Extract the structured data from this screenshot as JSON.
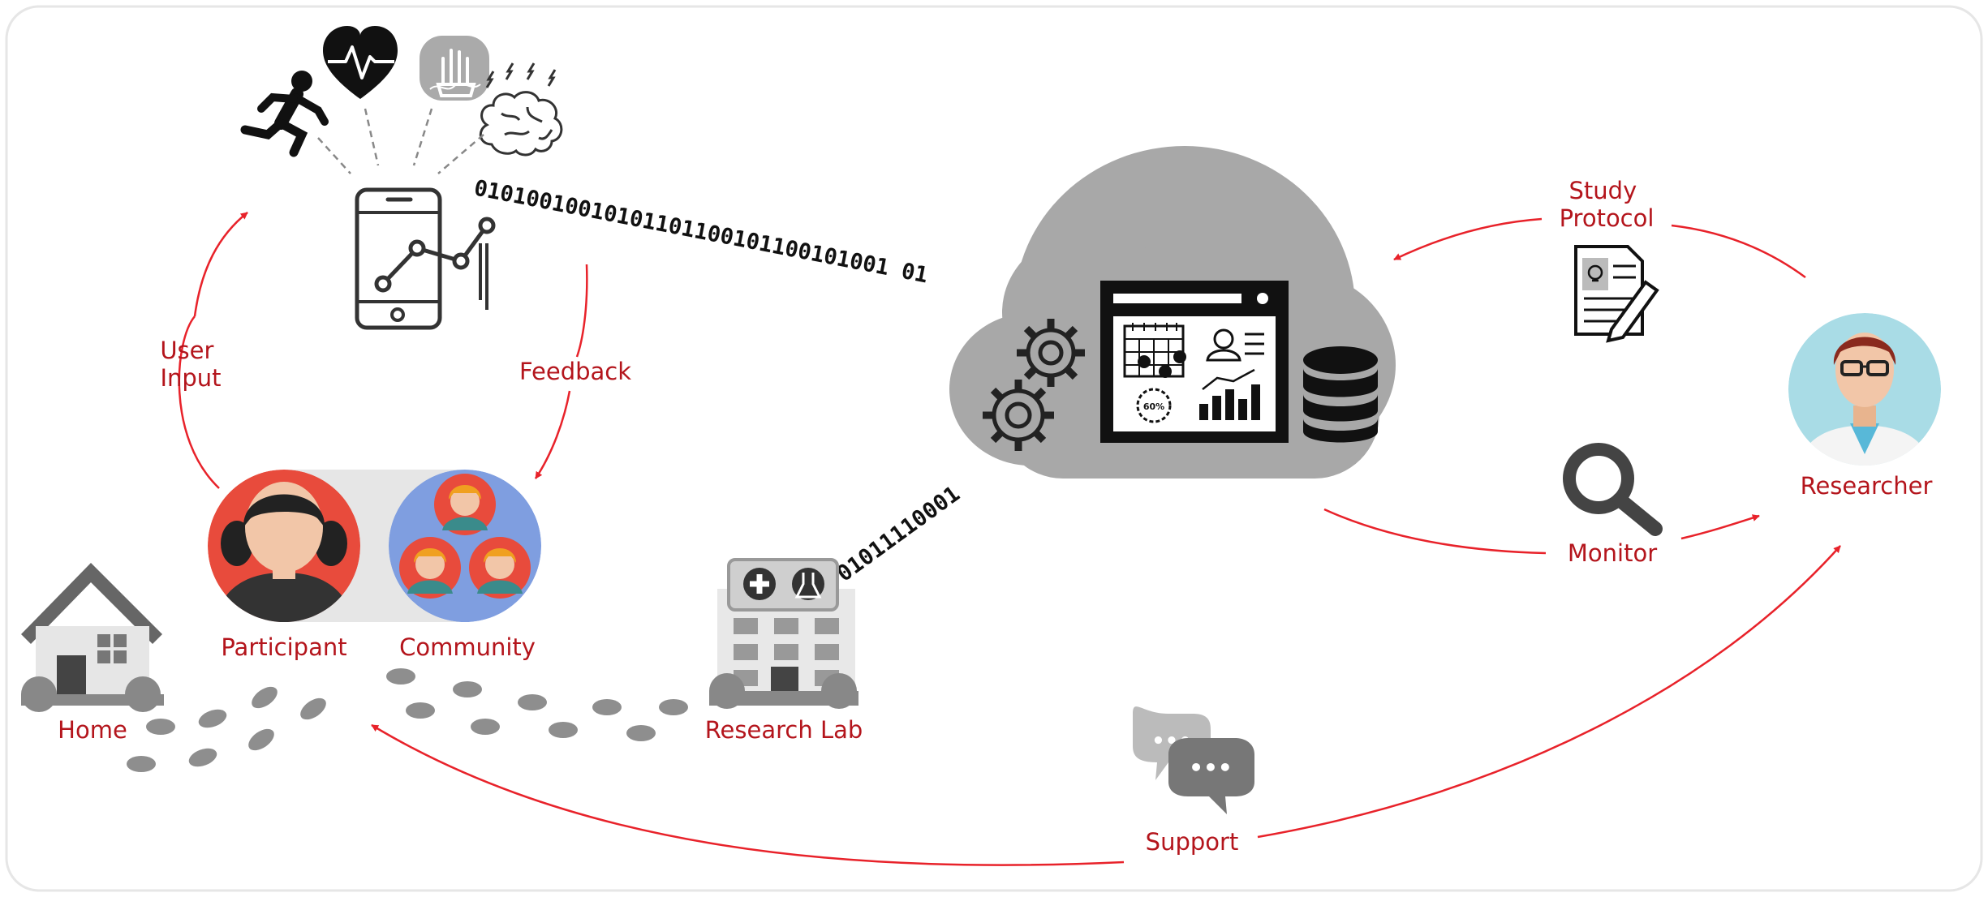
{
  "labels": {
    "user_input": [
      "User",
      "Input"
    ],
    "feedback": "Feedback",
    "participant": "Participant",
    "community": "Community",
    "home": "Home",
    "research_lab": "Research Lab",
    "study_protocol": [
      "Study",
      "Protocol"
    ],
    "monitor": "Monitor",
    "researcher": "Researcher",
    "support": "Support",
    "gauge_percent": "60%"
  },
  "binary": {
    "phone_to_cloud": "01010010010101101100101100101001 01",
    "lab_to_cloud": "01011110001"
  },
  "icons": {
    "activity": "running-person-icon",
    "heart": "heart-rate-icon",
    "hand": "hand-tremor-icon",
    "brain": "brain-icon",
    "phone": "smartphone-chart-icon",
    "cloud": "cloud-platform-icon",
    "dashboard": "dashboard-icon",
    "gears": "gears-icon",
    "database": "database-icon",
    "document": "protocol-document-icon",
    "magnifier": "magnifier-icon",
    "chat": "chat-bubbles-icon",
    "house": "house-icon",
    "hospital": "hospital-icon"
  },
  "colors": {
    "accent_red": "#b4151c",
    "arrow_red": "#e8222a",
    "participant_bg": "#e84b3c",
    "community_bg": "#7f9ee0",
    "researcher_bg": "#a9dce6",
    "cloud_gray": "#a8a8a8",
    "footprint_gray": "#8e8e8e"
  }
}
